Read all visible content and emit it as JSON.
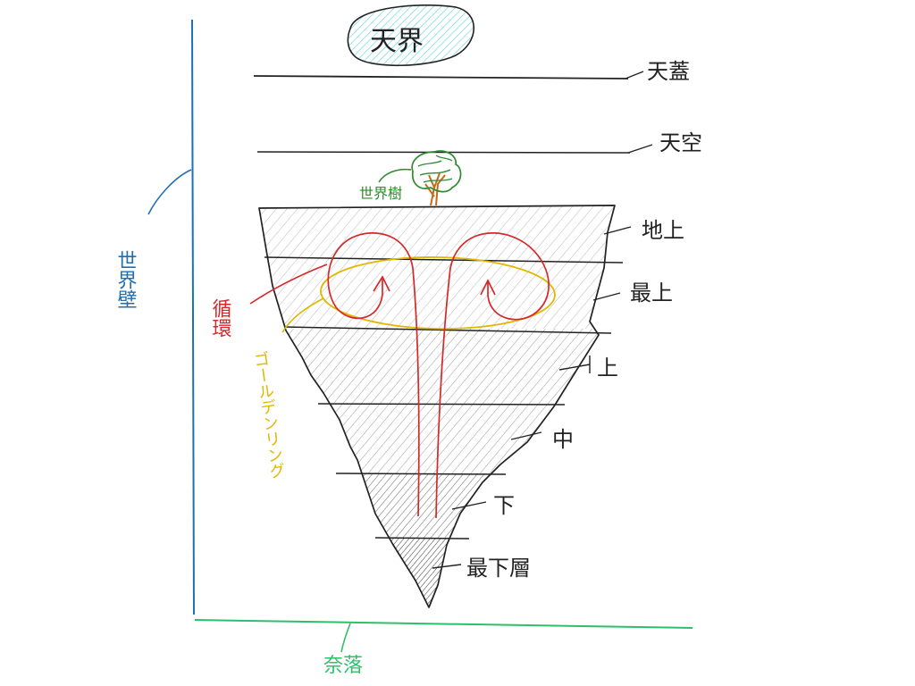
{
  "title": "天界",
  "labels": {
    "tengai": "天蓋",
    "tenku": "天空",
    "sekaiju": "世界樹",
    "sekaiheki": "世界壁",
    "naraku": "奈落",
    "junkan": "循環",
    "golden_ring": "ゴールデンリング"
  },
  "layers": [
    "地上",
    "最上",
    "上",
    "中",
    "下",
    "最下層"
  ],
  "colors": {
    "ink": "#222222",
    "world_wall": "#1f6fb5",
    "abyss": "#2fbf6a",
    "cycle": "#d62828",
    "golden_ring": "#e0b800",
    "world_tree": "#2e8b2e",
    "trunk": "#c46a1a",
    "title_hatch": "#5fd6d0",
    "hatch": "#8a8a8a"
  }
}
